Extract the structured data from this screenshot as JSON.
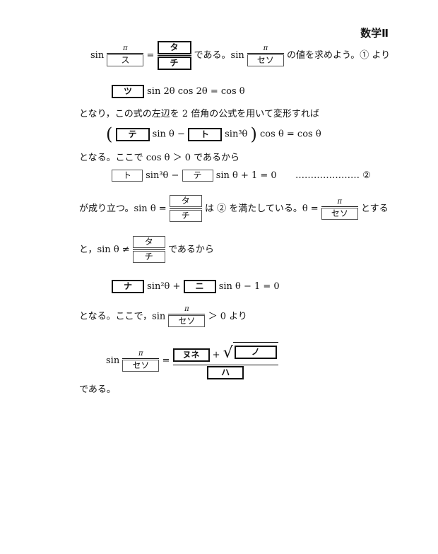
{
  "header": "数学Ⅱ",
  "line1": {
    "sin": "sin",
    "pi": "π",
    "box_su": "ス",
    "eq": "=",
    "box_ta": "タ",
    "box_chi": "チ",
    "text1": "である。sin",
    "box_seso": "セソ",
    "text2": "の値を求めよう。① より"
  },
  "line2": {
    "box_tsu": "ツ",
    "expr": "sin 2θ cos 2θ = cos θ"
  },
  "para1": "となり，この式の左辺を 2 倍角の公式を用いて変形すれば",
  "line3": {
    "lparen": "(",
    "box_te": "テ",
    "sin_theta_minus": "sin θ −",
    "box_to": "ト",
    "sin3": "sin³θ",
    "rparen": ")",
    "rest": "cos θ = cos θ"
  },
  "para2": "となる。ここで cos θ ＞ 0 であるから",
  "line4": {
    "box_to": "ト",
    "sin3_minus": "sin³θ −",
    "box_te": "テ",
    "rest": "sin θ + 1 = 0",
    "dots": "…………………",
    "marker": "②"
  },
  "line5": {
    "pre": "が成り立つ。sin θ =",
    "box_ta": "タ",
    "box_chi": "チ",
    "mid": "は ② を満たしている。θ =",
    "pi": "π",
    "box_seso": "セソ",
    "post": "とする"
  },
  "line6": {
    "pre": "と，sin θ ≠",
    "box_ta": "タ",
    "box_chi": "チ",
    "post": "であるから"
  },
  "line7": {
    "box_na": "ナ",
    "sin2_plus": "sin²θ +",
    "box_ni": "ニ",
    "rest": "sin θ − 1 = 0"
  },
  "line8": {
    "pre": "となる。ここで，sin",
    "pi": "π",
    "box_seso": "セソ",
    "post": "＞ 0 より"
  },
  "line9": {
    "sin": "sin",
    "pi": "π",
    "box_seso": "セソ",
    "eq": "=",
    "box_nune": "ヌネ",
    "plus": "+",
    "box_no": "ノ",
    "box_ha": "ハ"
  },
  "para3": "である。"
}
